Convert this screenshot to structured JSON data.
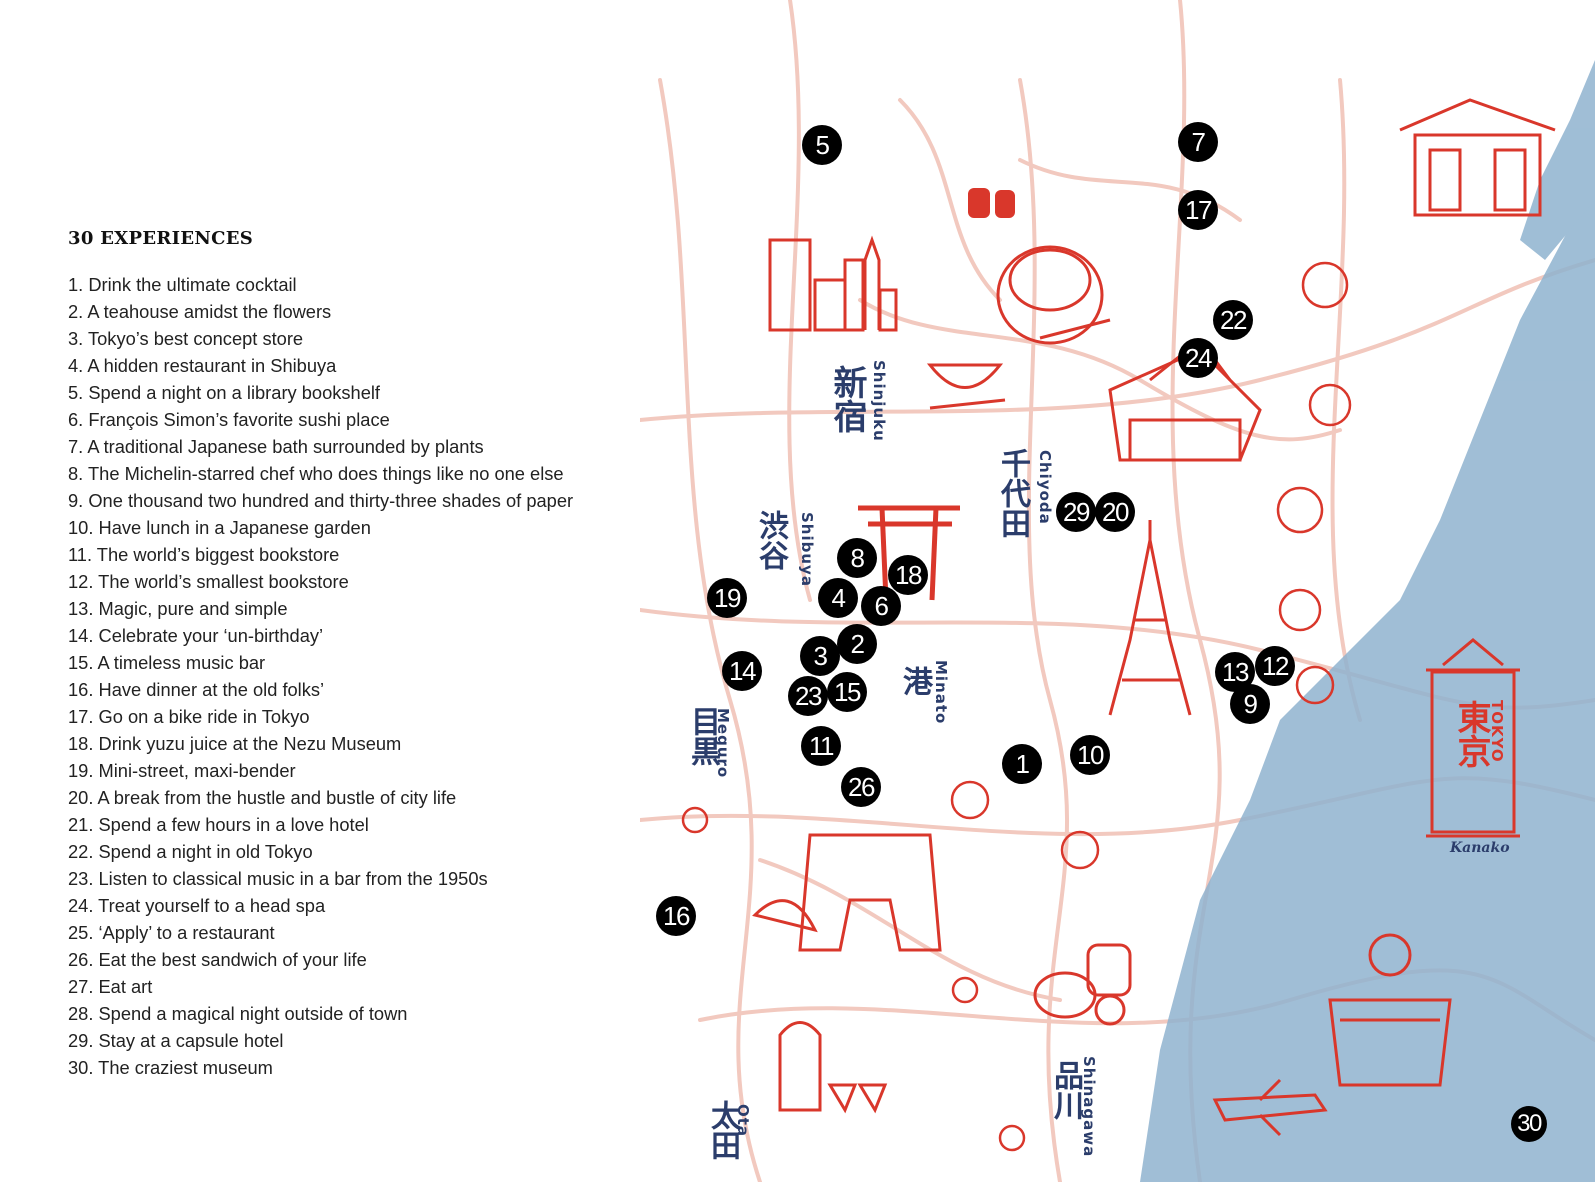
{
  "panel": {
    "title": "30 EXPERIENCES",
    "items": [
      "1. Drink the ultimate cocktail",
      "2. A teahouse amidst the flowers",
      "3. Tokyo’s best concept store",
      "4. A hidden restaurant in Shibuya",
      "5. Spend a night on a library bookshelf",
      "6. François Simon’s favorite sushi place",
      "7. A traditional Japanese bath surrounded by plants",
      "8. The Michelin-starred chef who does things like no one else",
      "9. One thousand two hundred and thirty-three shades of paper",
      "10. Have lunch in a Japanese garden",
      "11. The world’s biggest bookstore",
      "12. The world’s smallest bookstore",
      "13. Magic, pure and simple",
      "14. Celebrate your ‘un-birthday’",
      "15. A timeless music bar",
      "16. Have dinner at the old folks’",
      "17. Go on a bike ride in Tokyo",
      "18. Drink yuzu juice at the Nezu Museum",
      "19. Mini-street, maxi-bender",
      "20. A break from the hustle and bustle of city life",
      "21. Spend a few hours in a love hotel",
      "22. Spend a night in old Tokyo",
      "23. Listen to classical music in a bar from the 1950s",
      "24. Treat yourself to a head spa",
      "25. ‘Apply’ to a restaurant",
      "26. Eat the best sandwich of your life",
      "27. Eat art",
      "28. Spend a magical night outside of town",
      "29. Stay at a capsule hotel",
      "30. The craziest museum"
    ]
  },
  "map": {
    "colors": {
      "roads": "#f2c9bf",
      "water": "#8fb3cf",
      "illustration": "#d9372b",
      "labels": "#2b3d6b",
      "marker": "#000000"
    },
    "markers": [
      "5",
      "7",
      "17",
      "22",
      "24",
      "29",
      "20",
      "8",
      "18",
      "19",
      "4",
      "6",
      "2",
      "3",
      "14",
      "23",
      "15",
      "13",
      "12",
      "9",
      "11",
      "1",
      "10",
      "26",
      "16",
      "30"
    ],
    "districts": {
      "shinjuku": {
        "kanji": "新宿",
        "roman": "Shinjuku"
      },
      "shibuya": {
        "kanji": "渋谷",
        "roman": "Shibuya"
      },
      "chiyoda": {
        "kanji": "千代田",
        "roman": "Chiyoda"
      },
      "minato": {
        "kanji": "港",
        "roman": "Minato"
      },
      "meguro": {
        "kanji": "目黒",
        "roman": "Meguro"
      },
      "shinagawa": {
        "kanji": "品川",
        "roman": "Shinagawa"
      },
      "ota": {
        "kanji": "太田",
        "roman": "Ota"
      }
    },
    "scroll": {
      "kanji": "東京",
      "roman": "TOKYO"
    },
    "signature": "Kanako"
  }
}
